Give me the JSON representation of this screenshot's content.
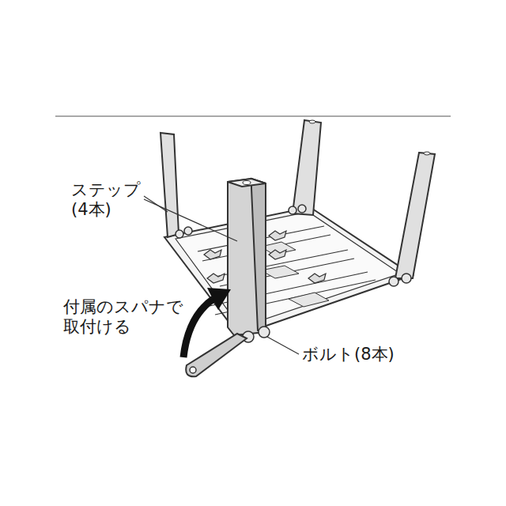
{
  "diagram": {
    "labels": [
      "ステップ (4本)",
      "付属のスパナで 取付ける",
      "ボルト(8本)"
    ]
  }
}
